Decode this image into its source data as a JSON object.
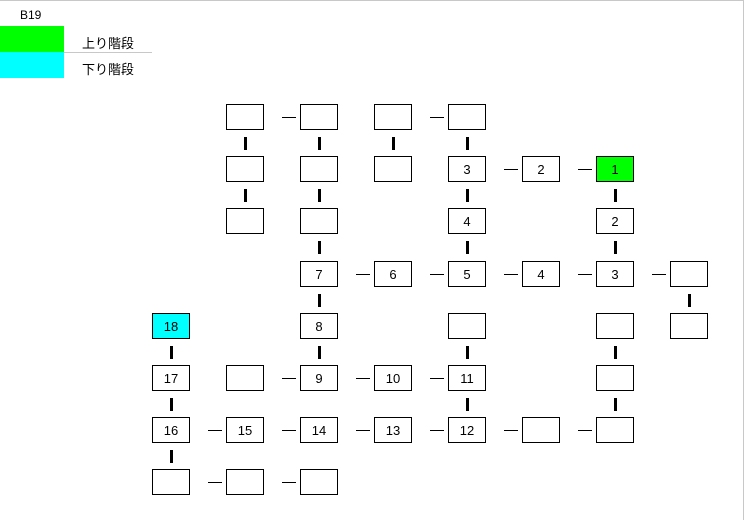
{
  "floor": "B19",
  "legend": [
    {
      "label": "上り階段",
      "color": "#00ff00"
    },
    {
      "label": "下り階段",
      "color": "#00ffff"
    }
  ],
  "map": {
    "rows": [
      [
        null,
        "",
        "",
        "",
        "",
        null,
        null,
        null
      ],
      [
        null,
        "",
        "",
        "",
        "3",
        "2",
        "1",
        null
      ],
      [
        null,
        "",
        "",
        null,
        "4",
        null,
        "2",
        null
      ],
      [
        null,
        null,
        "7",
        "6",
        "5",
        "4",
        "3",
        ""
      ],
      [
        "18",
        null,
        "8",
        null,
        "",
        null,
        "",
        ""
      ],
      [
        "17",
        "",
        "9",
        "10",
        "11",
        null,
        "",
        null
      ],
      [
        "16",
        "15",
        "14",
        "13",
        "12",
        "",
        "",
        null
      ],
      [
        "",
        "",
        "",
        null,
        null,
        null,
        null,
        null
      ]
    ],
    "up_stairs": [
      1,
      6
    ],
    "down_stairs": [
      4,
      0
    ],
    "h_links": [
      [
        0,
        1
      ],
      [
        0,
        3
      ],
      [
        1,
        4
      ],
      [
        1,
        5
      ],
      [
        3,
        2
      ],
      [
        3,
        3
      ],
      [
        3,
        4
      ],
      [
        3,
        5
      ],
      [
        3,
        6
      ],
      [
        5,
        1
      ],
      [
        5,
        2
      ],
      [
        5,
        3
      ],
      [
        6,
        0
      ],
      [
        6,
        1
      ],
      [
        6,
        2
      ],
      [
        6,
        3
      ],
      [
        6,
        4
      ],
      [
        6,
        5
      ],
      [
        7,
        0
      ],
      [
        7,
        1
      ]
    ],
    "v_links": [
      [
        0,
        1
      ],
      [
        0,
        2
      ],
      [
        0,
        3
      ],
      [
        0,
        4
      ],
      [
        1,
        1
      ],
      [
        1,
        2
      ],
      [
        1,
        4
      ],
      [
        1,
        6
      ],
      [
        2,
        2
      ],
      [
        2,
        4
      ],
      [
        2,
        6
      ],
      [
        3,
        2
      ],
      [
        3,
        7
      ],
      [
        4,
        0
      ],
      [
        4,
        2
      ],
      [
        4,
        4
      ],
      [
        4,
        6
      ],
      [
        5,
        0
      ],
      [
        5,
        4
      ],
      [
        5,
        6
      ],
      [
        6,
        0
      ]
    ]
  }
}
